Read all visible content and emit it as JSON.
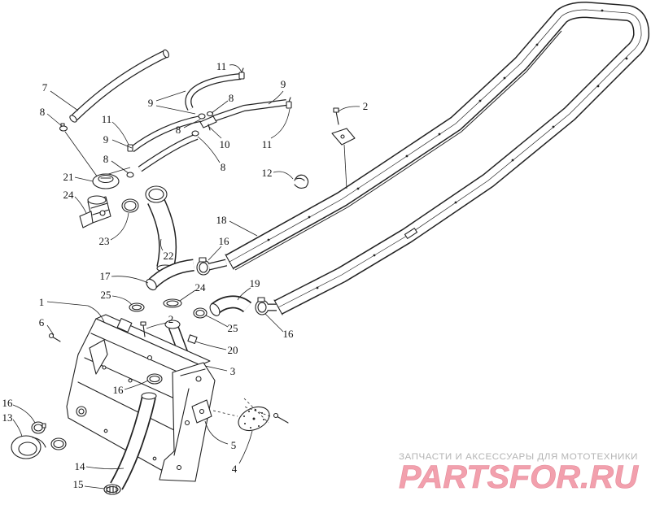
{
  "diagram": {
    "callouts": [
      "7",
      "8",
      "11",
      "9",
      "9",
      "8",
      "11",
      "8",
      "2",
      "9",
      "10",
      "11",
      "8",
      "8",
      "12",
      "21",
      "24",
      "18",
      "16",
      "23",
      "22",
      "17",
      "19",
      "24",
      "25",
      "1",
      "6",
      "2",
      "25",
      "16",
      "20",
      "3",
      "16",
      "16",
      "13",
      "5",
      "14",
      "4",
      "15"
    ]
  },
  "watermark": {
    "tagline": "ЗАПЧАСТИ И АКСЕССУАРЫ ДЛЯ МОТОТЕХНИКИ",
    "logo": "PARTSFOR.RU"
  },
  "colors": {
    "line": "#222222",
    "background": "#ffffff",
    "logo": "#f2a0ad",
    "tagline": "#b3b3b3"
  }
}
